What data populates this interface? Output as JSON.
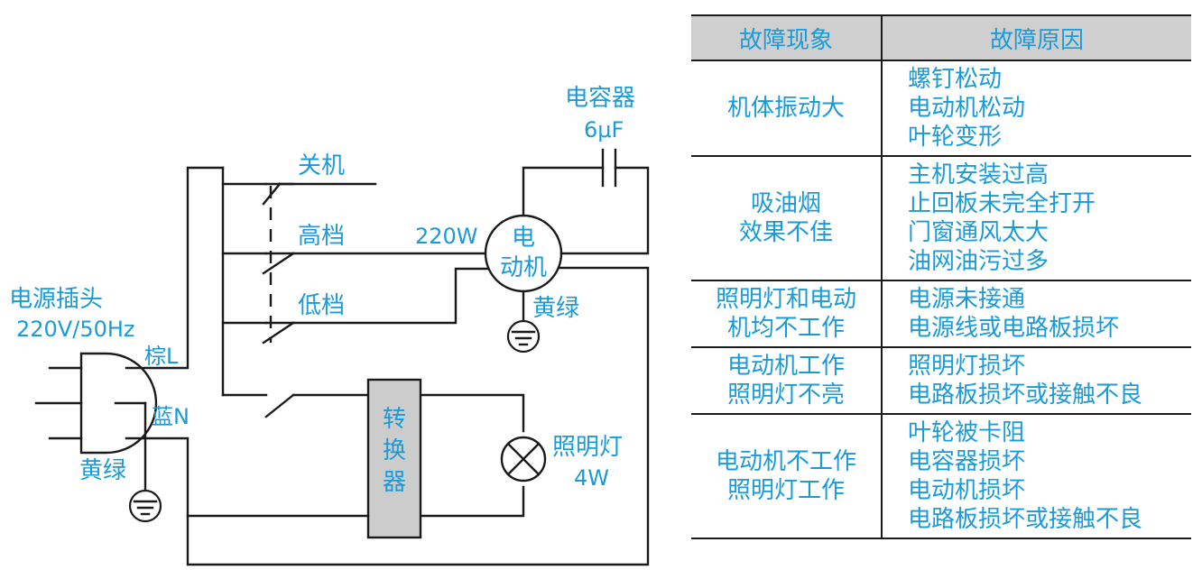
{
  "diagram": {
    "labels": {
      "power_plug": "电源插头",
      "power_spec": "220V/50Hz",
      "live": "棕L",
      "neutral": "蓝N",
      "ground_plug": "黄绿",
      "switch_off": "关机",
      "switch_high": "高档",
      "switch_low": "低档",
      "capacitor": "电容器",
      "capacitor_value": "6μF",
      "motor_power": "220W",
      "motor_line1": "电",
      "motor_line2": "动机",
      "ground_motor": "黄绿",
      "converter_1": "转",
      "converter_2": "换",
      "converter_3": "器",
      "lamp": "照明灯",
      "lamp_power": "4W"
    }
  },
  "table": {
    "headers": [
      "故障现象",
      "故障原因"
    ],
    "rows": [
      {
        "symptom": [
          "机体振动大"
        ],
        "causes": [
          "螺钉松动",
          "电动机松动",
          "叶轮变形"
        ]
      },
      {
        "symptom": [
          "吸油烟",
          "效果不佳"
        ],
        "causes": [
          "主机安装过高",
          "止回板未完全打开",
          "门窗通风太大",
          "油网油污过多"
        ]
      },
      {
        "symptom": [
          "照明灯和电动",
          "机均不工作"
        ],
        "causes": [
          "电源未接通",
          "电源线或电路板损坏"
        ]
      },
      {
        "symptom": [
          "电动机工作",
          "照明灯不亮"
        ],
        "causes": [
          "照明灯损坏",
          "电路板损坏或接触不良"
        ]
      },
      {
        "symptom": [
          "电动机不工作",
          "照明灯工作"
        ],
        "causes": [
          "叶轮被卡阻",
          "电容器损坏",
          "电动机损坏",
          "电路板损坏或接触不良"
        ]
      }
    ]
  }
}
